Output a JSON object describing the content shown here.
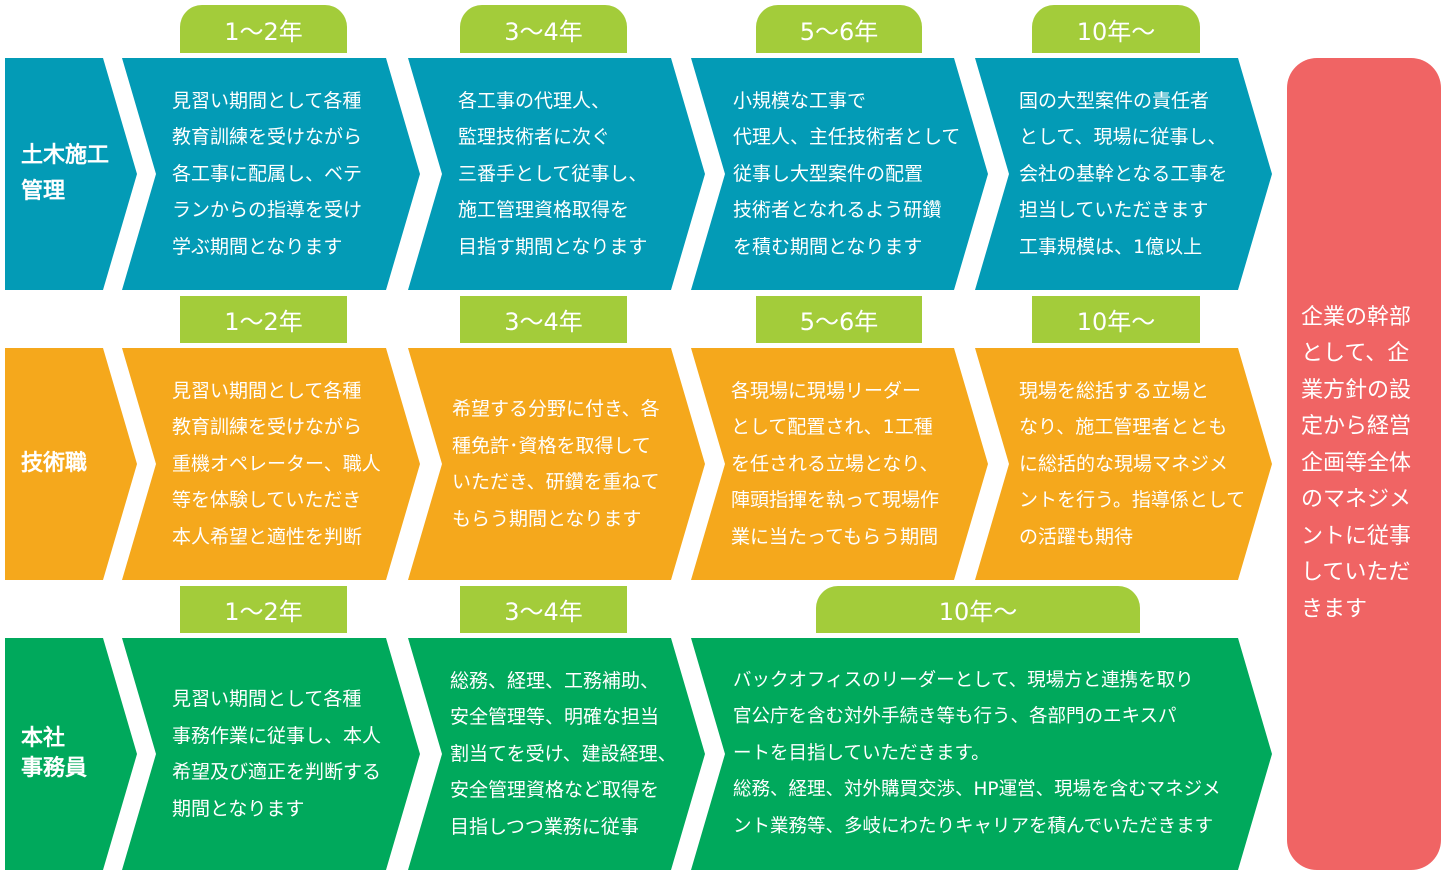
{
  "colors": {
    "civil": "#039bb6",
    "tech": "#f5a81c",
    "office": "#00a95c",
    "period_tab": "#a3cc3a",
    "final": "#f06464"
  },
  "rows": [
    {
      "label": "土木施工\n管理",
      "periods": [
        "1〜2年",
        "3〜4年",
        "5〜6年",
        "10年〜"
      ],
      "steps": [
        "見習い期間として各種\n教育訓練を受けながら\n各工事に配属し、ベテ\nランからの指導を受け\n学ぶ期間となります",
        "各工事の代理人、\n監理技術者に次ぐ\n三番手として従事し、\n施工管理資格取得を\n目指す期間となります",
        "小規模な工事で\n代理人、主任技術者として\n従事し大型案件の配置\n技術者となれるよう研鑽\nを積む期間となります",
        "国の大型案件の責任者\nとして、現場に従事し、\n会社の基幹となる工事を\n担当していただきます\n工事規模は、1億以上"
      ]
    },
    {
      "label": "技術職",
      "periods": [
        "1〜2年",
        "3〜4年",
        "5〜6年",
        "10年〜"
      ],
      "steps": [
        "見習い期間として各種\n教育訓練を受けながら\n重機オペレーター、職人\n等を体験していただき\n本人希望と適性を判断",
        "希望する分野に付き、各\n種免許･資格を取得して\nいただき、研鑽を重ねて\nもらう期間となります",
        "各現場に現場リーダー\nとして配置され、1工種\nを任される立場となり、\n陣頭指揮を執って現場作\n業に当たってもらう期間",
        "現場を総括する立場と\nなり、施工管理者ととも\nに総括的な現場マネジメ\nントを行う。指導係として\nの活躍も期待"
      ]
    },
    {
      "label": "本社\n事務員",
      "periods": [
        "1〜2年",
        "3〜4年",
        "10年〜"
      ],
      "steps": [
        "見習い期間として各種\n事務作業に従事し、本人\n希望及び適正を判断する\n期間となります",
        "総務、経理、工務補助、\n安全管理等、明確な担当\n割当てを受け、建設経理、\n安全管理資格など取得を\n目指しつつ業務に従事",
        "バックオフィスのリーダーとして、現場方と連携を取り\n官公庁を含む対外手続き等も行う、各部門のエキスパ\nートを目指していただきます。\n総務、経理、対外購買交渉、HP運営、現場を含むマネジメ\nント業務等、多岐にわたりキャリアを積んでいただきます"
      ]
    }
  ],
  "final": "企業の幹部\nとして、企\n業方針の設\n定から経営\n企画等全体\nのマネジメ\nントに従事\nしていただ\nきます"
}
